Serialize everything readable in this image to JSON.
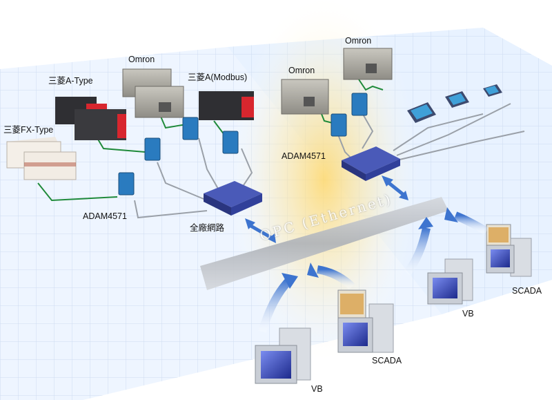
{
  "labels": {
    "mitsubishi_fx": "三菱FX-Type",
    "mitsubishi_a": "三菱A-Type",
    "omron_top_left": "Omron",
    "mitsubishi_a_modbus": "三菱A(Modbus)",
    "omron_mid": "Omron",
    "omron_top_right": "Omron",
    "adam_left": "ADAM4571",
    "adam_right": "ADAM4571",
    "router_left": "全廠網路",
    "bus": "OPC (Ethernet)",
    "vb_bottom": "VB",
    "scada_bottom": "SCADA",
    "vb_right": "VB",
    "scada_right": "SCADA"
  },
  "colors": {
    "panel_left": "#eef5ff",
    "panel_right": "#e8f2ff",
    "grid": "#c9d8ee",
    "glow": "#ffd86b",
    "bus": "#b9bcc2",
    "arrow": "#3d74cf",
    "green_cable": "#1f8a3a",
    "gray_cable": "#9aa0a8",
    "router": "#31409a",
    "adam": "#2a7bbf",
    "plc_red": "#d8262e"
  }
}
